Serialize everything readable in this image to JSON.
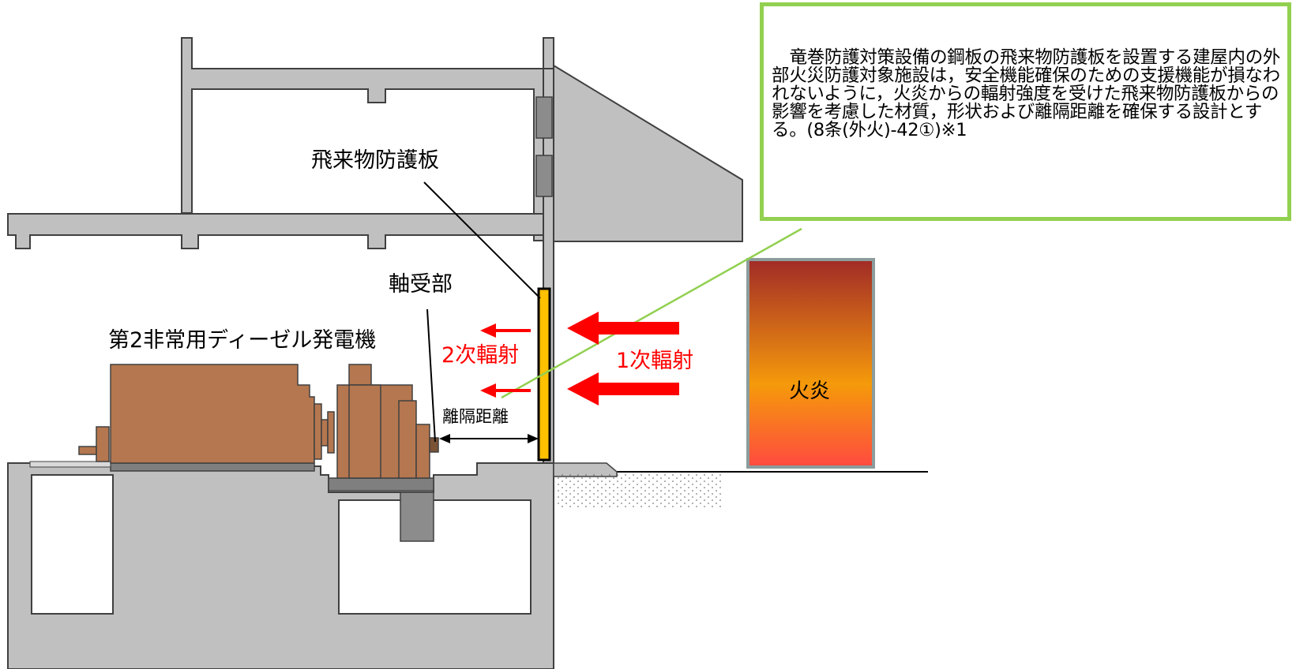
{
  "labels": {
    "shield_plate": "飛来物防護板",
    "bearing": "軸受部",
    "generator": "第2非常用ディーゼル発電機",
    "secondary_radiation": "2次輻射",
    "primary_radiation": "1次輻射",
    "separation_distance": "離隔距離",
    "flame": "火炎"
  },
  "callout": {
    "text": "竜巻防護対策設備の鋼板の飛来物防護板を設置する建屋内の外部火災防護対象施設は，安全機能確保のための支援機能が損なわれないように，火炎からの輻射強度を受けた飛来物防護板からの影響を考慮した材質，形状および離隔距離を確保する設計とする。(8条(外火)-42①)※1"
  },
  "colors": {
    "concrete": "#c0c0c0",
    "outline": "#404040",
    "equipment": "#b5774f",
    "equipment_base": "#7f7f7f",
    "shield_plate": "#ffc000",
    "radiation_arrow": "#ff0000",
    "callout_border": "#92d050",
    "flame_top": "#a12b27",
    "flame_mid": "#f28c0e",
    "flame_bottom": "#ff4a40",
    "flame_border": "#8c9c9c"
  }
}
